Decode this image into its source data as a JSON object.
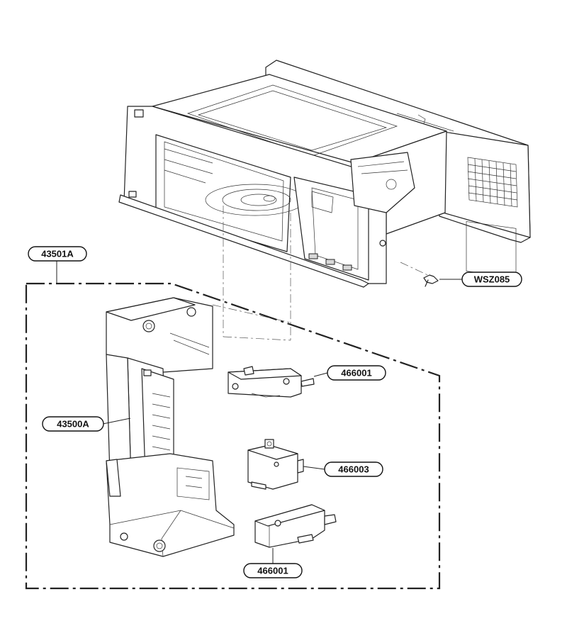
{
  "callouts": {
    "assembly": "43501A",
    "door_latch_frame": "43500A",
    "switch_top": "466001",
    "switch_middle": "466003",
    "switch_bottom": "466001",
    "screw": "WSZ085"
  }
}
